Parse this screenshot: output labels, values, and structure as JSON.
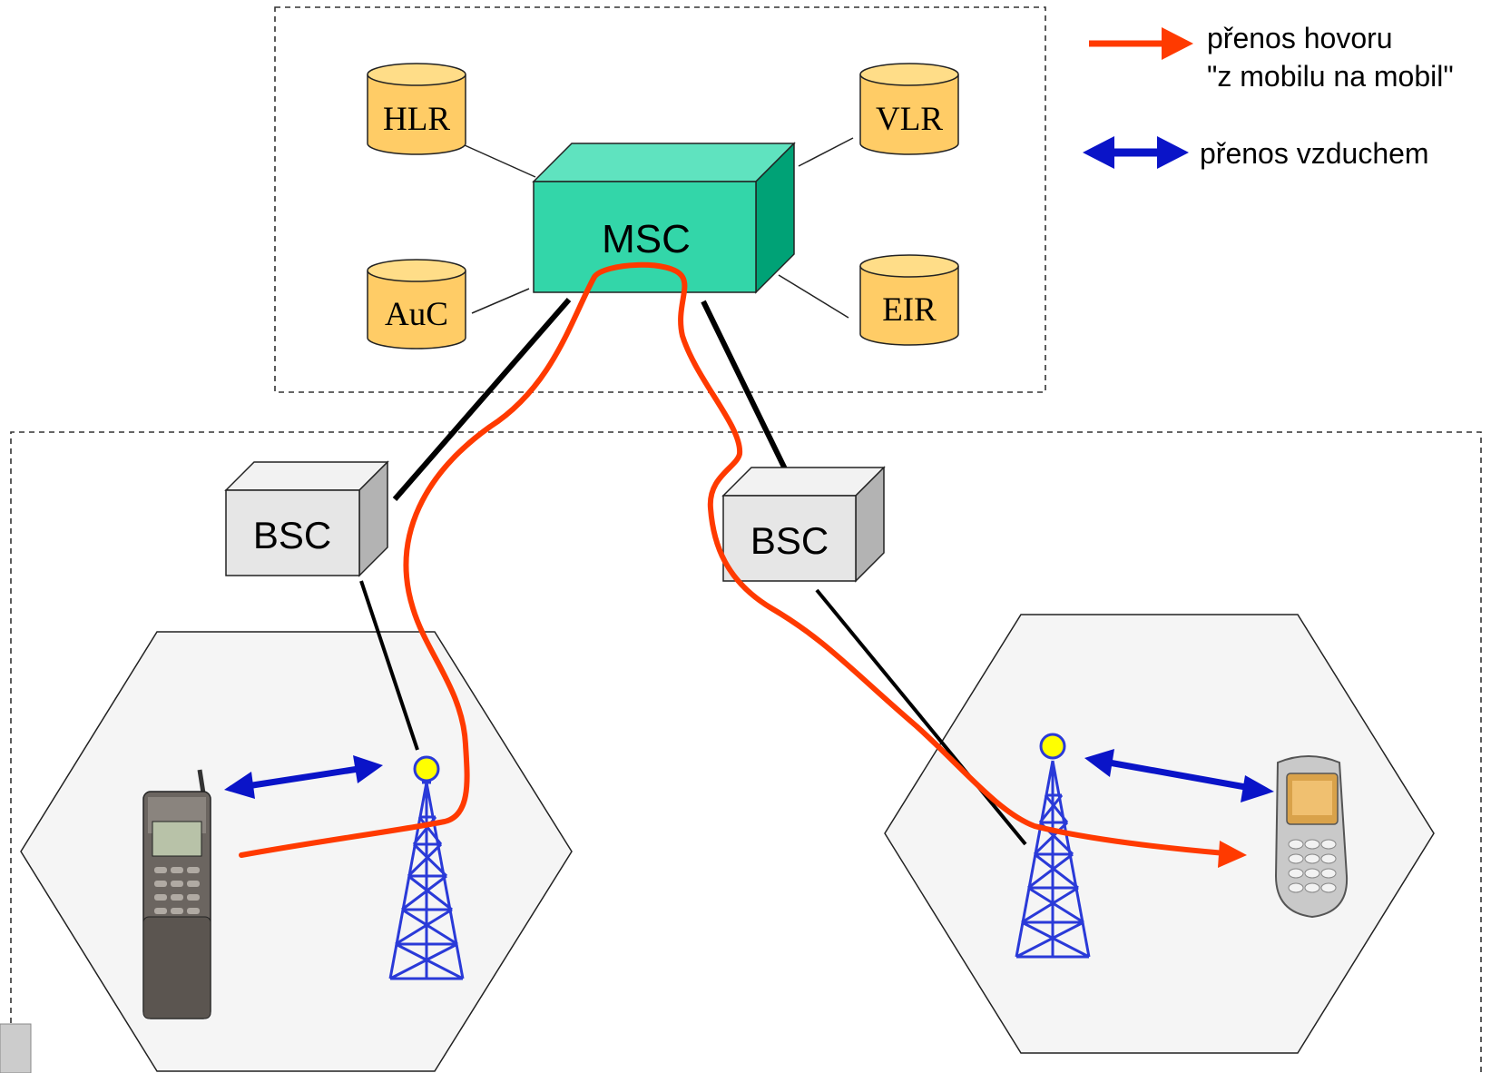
{
  "core": {
    "msc_label": "MSC",
    "hlr_label": "HLR",
    "vlr_label": "VLR",
    "auc_label": "AuC",
    "eir_label": "EIR"
  },
  "access": {
    "bsc_left_label": "BSC",
    "bsc_right_label": "BSC"
  },
  "legend": {
    "call_line1": "přenos hovoru",
    "call_line2": "\"z mobilu na mobil\"",
    "air_label": "přenos vzduchem"
  },
  "colors": {
    "call_path": "#ff3a00",
    "air_link": "#0a14c8",
    "msc_fill": "#33d6a9",
    "db_fill": "#ffcc66",
    "bsc_fill": "#e6e6e6",
    "tower": "#2a3ad8",
    "cell_fill": "#f5f5f5"
  },
  "icons": [
    "phone-left-icon",
    "phone-right-icon",
    "tower-left-icon",
    "tower-right-icon",
    "database-icon"
  ]
}
